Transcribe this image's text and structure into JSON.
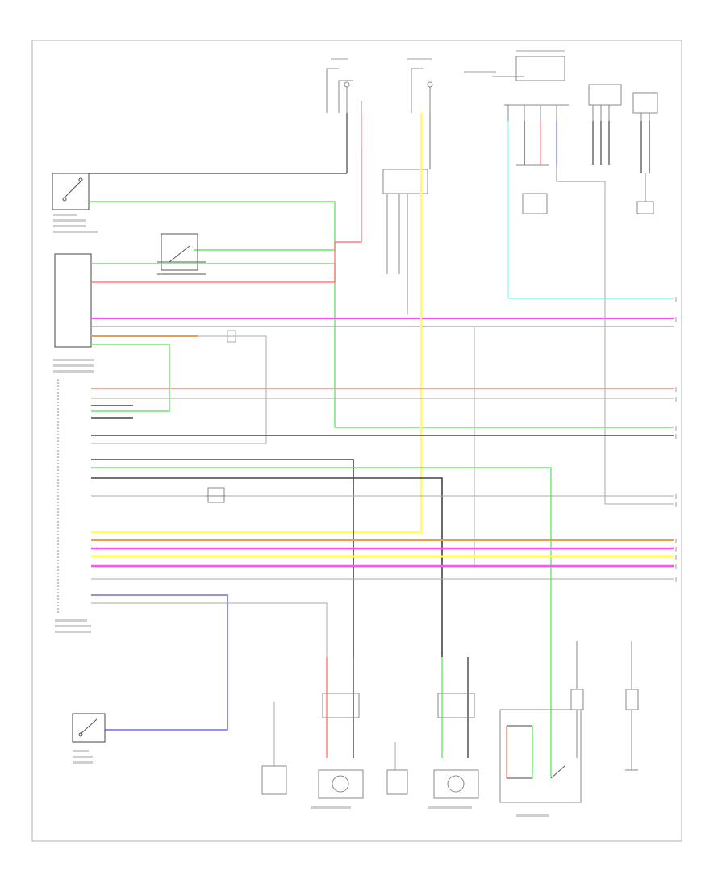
{
  "footer_code": "",
  "colors": {
    "frame": "#bdbdbd",
    "wire_gray": "#8a8a8a",
    "wire_dark": "#444444",
    "wire_red": "#ff7b7b",
    "wire_green": "#6fe36f",
    "wire_magenta": "#ff4dff",
    "wire_yellow": "#ffff55",
    "wire_orange": "#e2a050",
    "wire_blue": "#6a6aff",
    "wire_cyan": "#8ff2f2",
    "wire_lightgreen": "#b8f5b8",
    "component": "#777777"
  },
  "components": [
    {
      "id": "top-fuse-1",
      "icon": "fuse-icon"
    },
    {
      "id": "top-fuse-2",
      "icon": "fuse-icon"
    },
    {
      "id": "multiplex-module",
      "icon": "module-icon"
    },
    {
      "id": "body-ecu",
      "icon": "module-icon"
    },
    {
      "id": "door-lock-switch",
      "icon": "switch-icon"
    },
    {
      "id": "junction-connector",
      "icon": "connector-icon"
    },
    {
      "id": "left-rear-door-motor",
      "icon": "motor-icon"
    },
    {
      "id": "right-rear-door-motor",
      "icon": "motor-icon"
    },
    {
      "id": "door-switch",
      "icon": "switch-icon"
    },
    {
      "id": "lower-switch-1",
      "icon": "switch-icon"
    },
    {
      "id": "lower-switch-2",
      "icon": "switch-icon"
    }
  ]
}
